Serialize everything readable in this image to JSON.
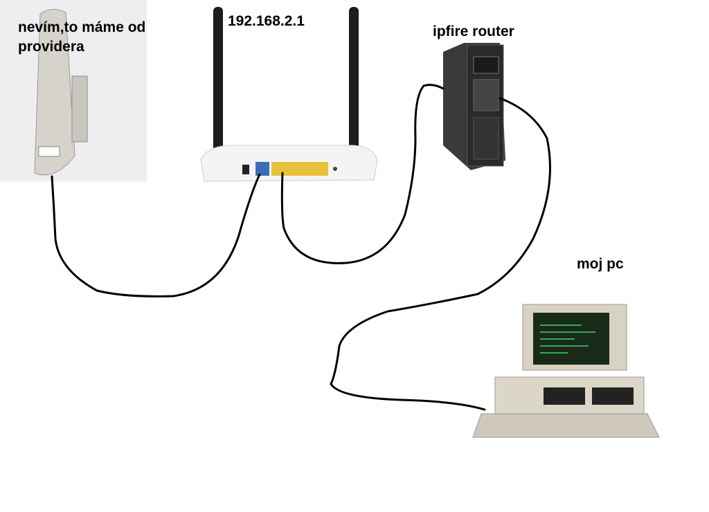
{
  "labels": {
    "antenna": "nevím,to máme od providera",
    "router_ip": "192.168.2.1",
    "ipfire": "ipfire router",
    "pc": "moj pc"
  },
  "colors": {
    "cable": "#000000",
    "wan_port": "#3a6fb5",
    "lan_ports": "#e8c23a",
    "screen_text": "#3fd36a"
  }
}
